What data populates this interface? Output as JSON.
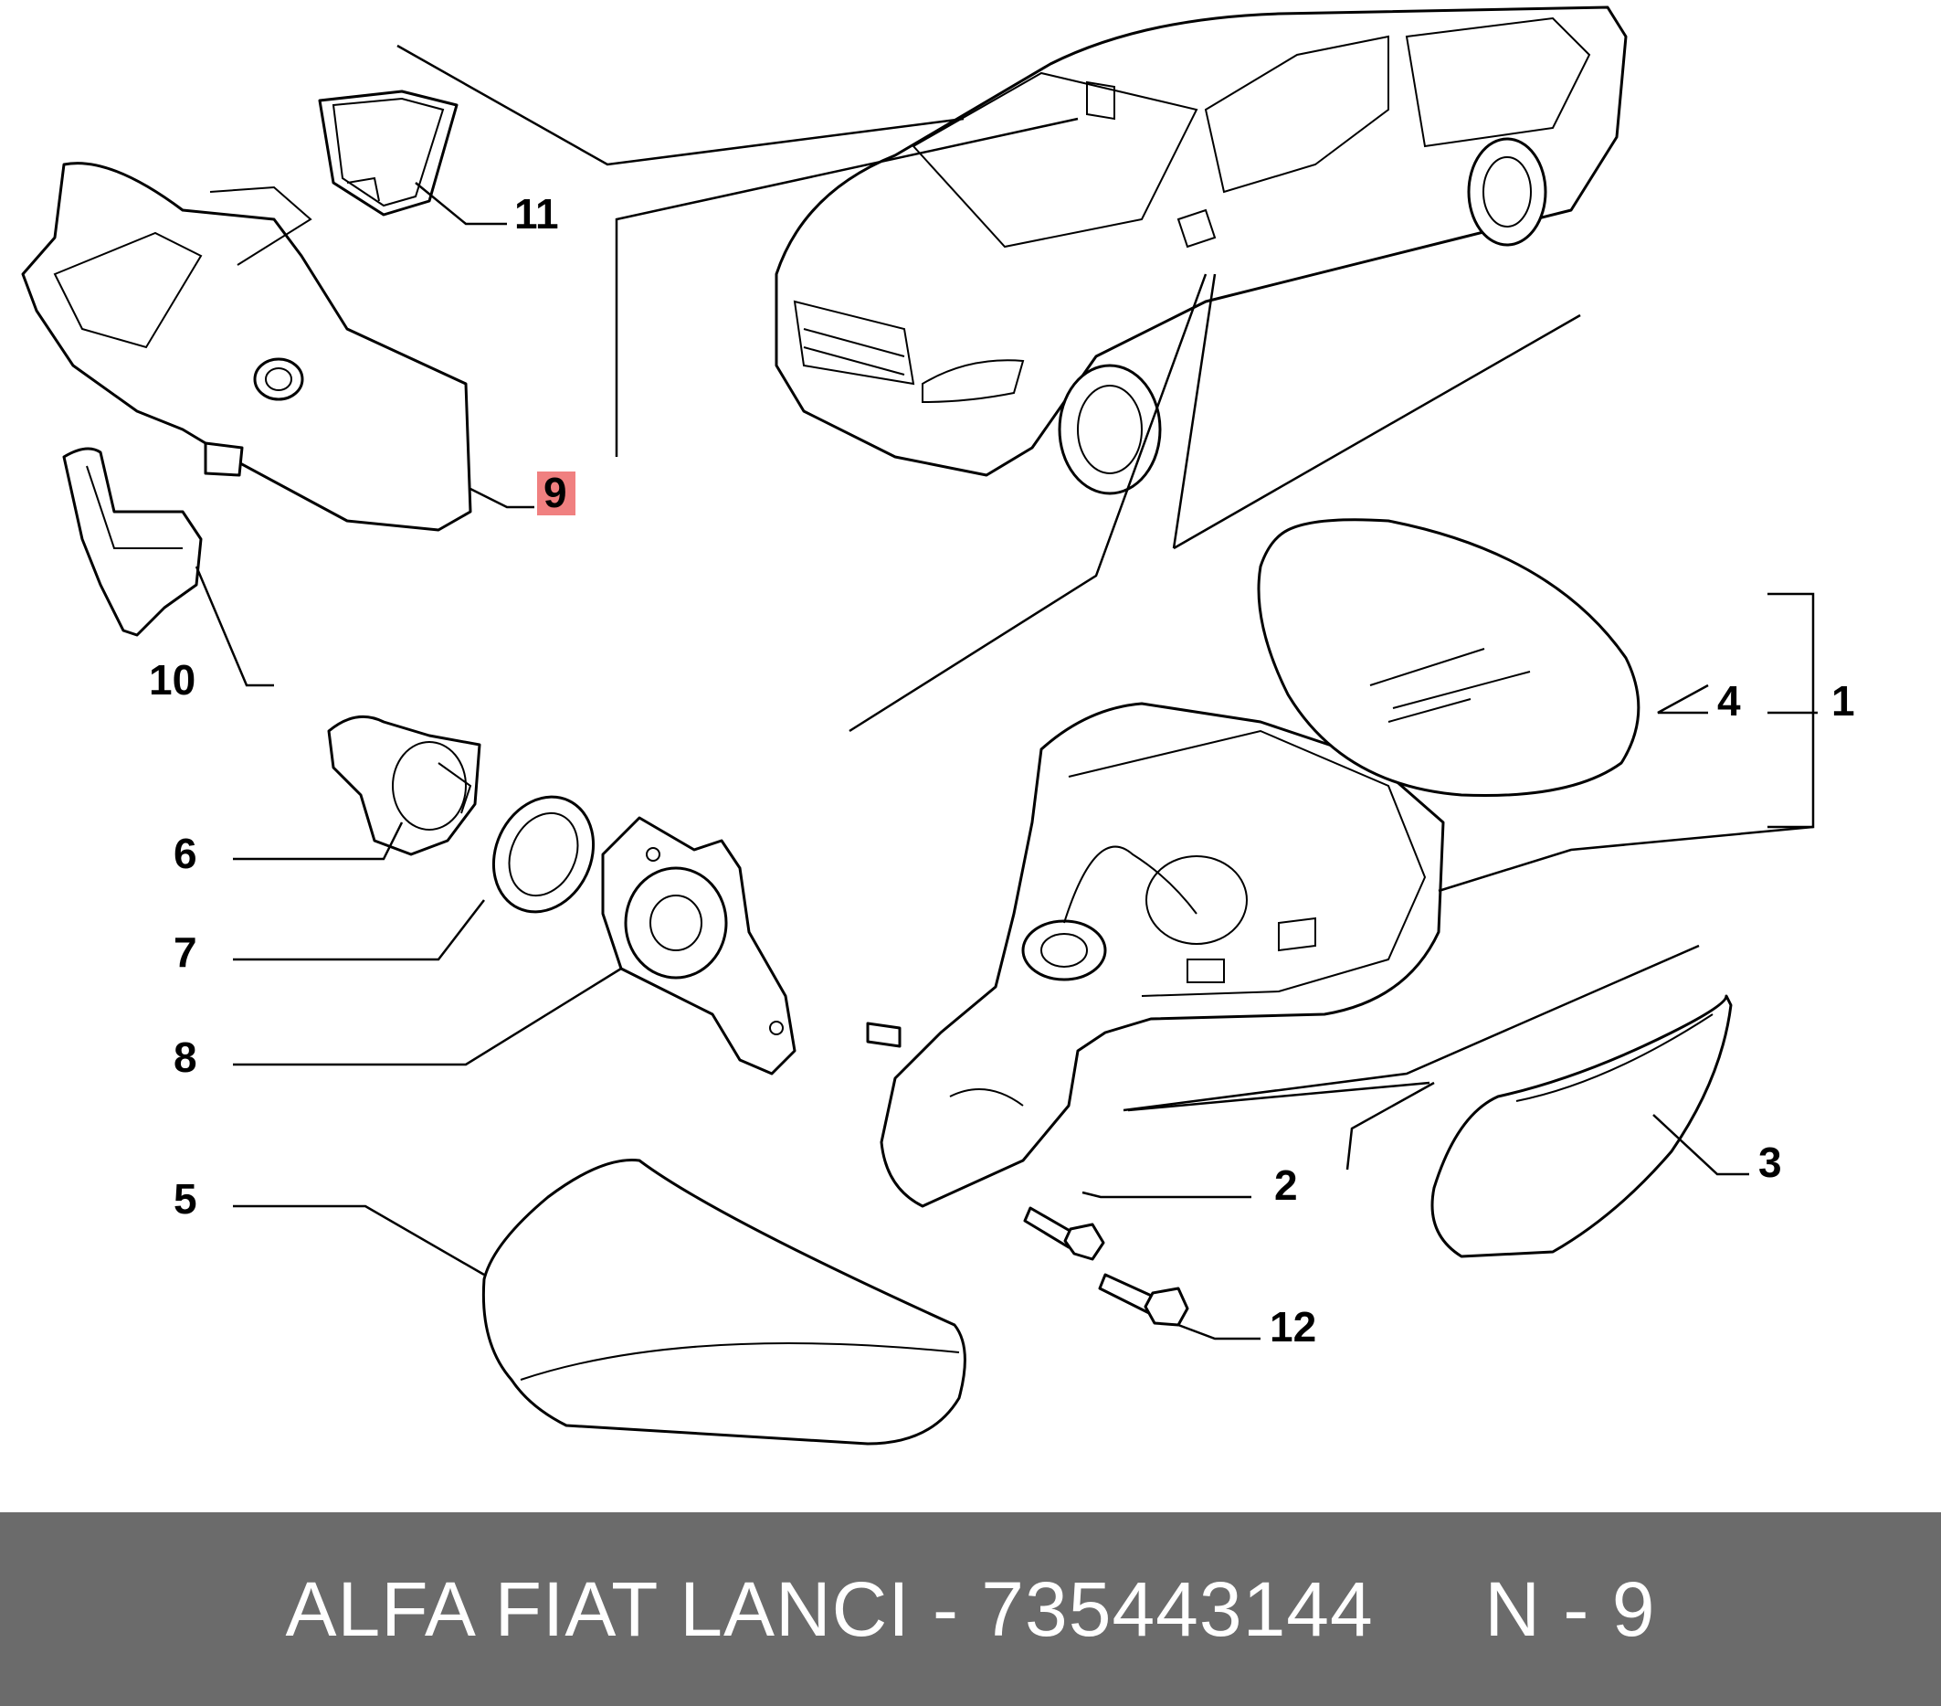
{
  "callouts": {
    "c1": "1",
    "c2": "2",
    "c3": "3",
    "c4": "4",
    "c5": "5",
    "c6": "6",
    "c7": "7",
    "c8": "8",
    "c9": "9",
    "c10": "10",
    "c11": "11",
    "c12": "12"
  },
  "highlight_color": "#f08080",
  "footer": {
    "text": "ALFA FIAT LANCI - 735443144     N - 9",
    "background": "#6b6b6b",
    "color": "#ffffff"
  }
}
